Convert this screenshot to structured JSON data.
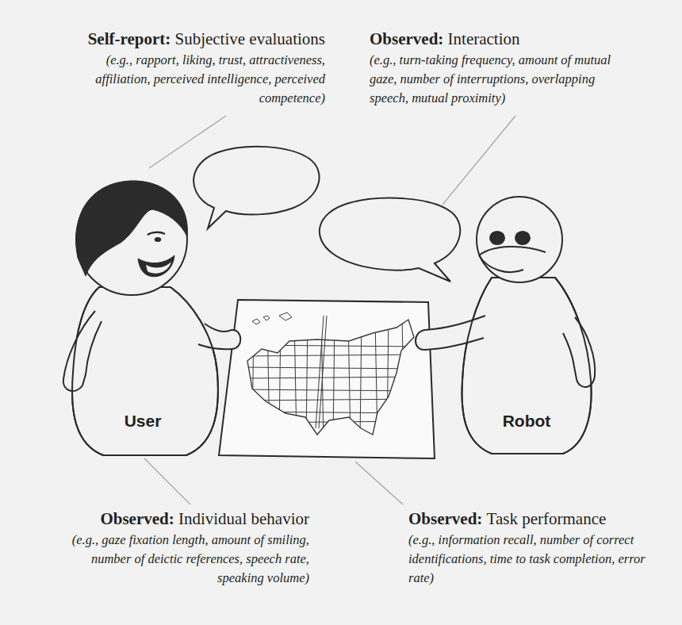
{
  "diagram": {
    "nodes": [
      {
        "text": [
          "User"
        ]
      },
      {
        "text": [
          "Robot"
        ]
      }
    ],
    "labels": [
      "Self-report:",
      "Subjective evaluations",
      "(e.g., rapport, liking, trust, attractiveness, affiliation, perceived intelligence, perceived competence)",
      "Observed:",
      "Interaction",
      "(e.g., turn-taking frequency, amount of mutual gaze, number of interruptions, overlapping speech, mutual proximity)",
      "Observed:",
      "Individual behavior",
      "(e.g., gaze fixation length, amount of smiling, number of deictic references, speech rate, speaking volume)",
      "Observed:",
      "Task performance",
      "(e.g., information recall, number of correct identifications, time to task completion, error rate)"
    ]
  }
}
